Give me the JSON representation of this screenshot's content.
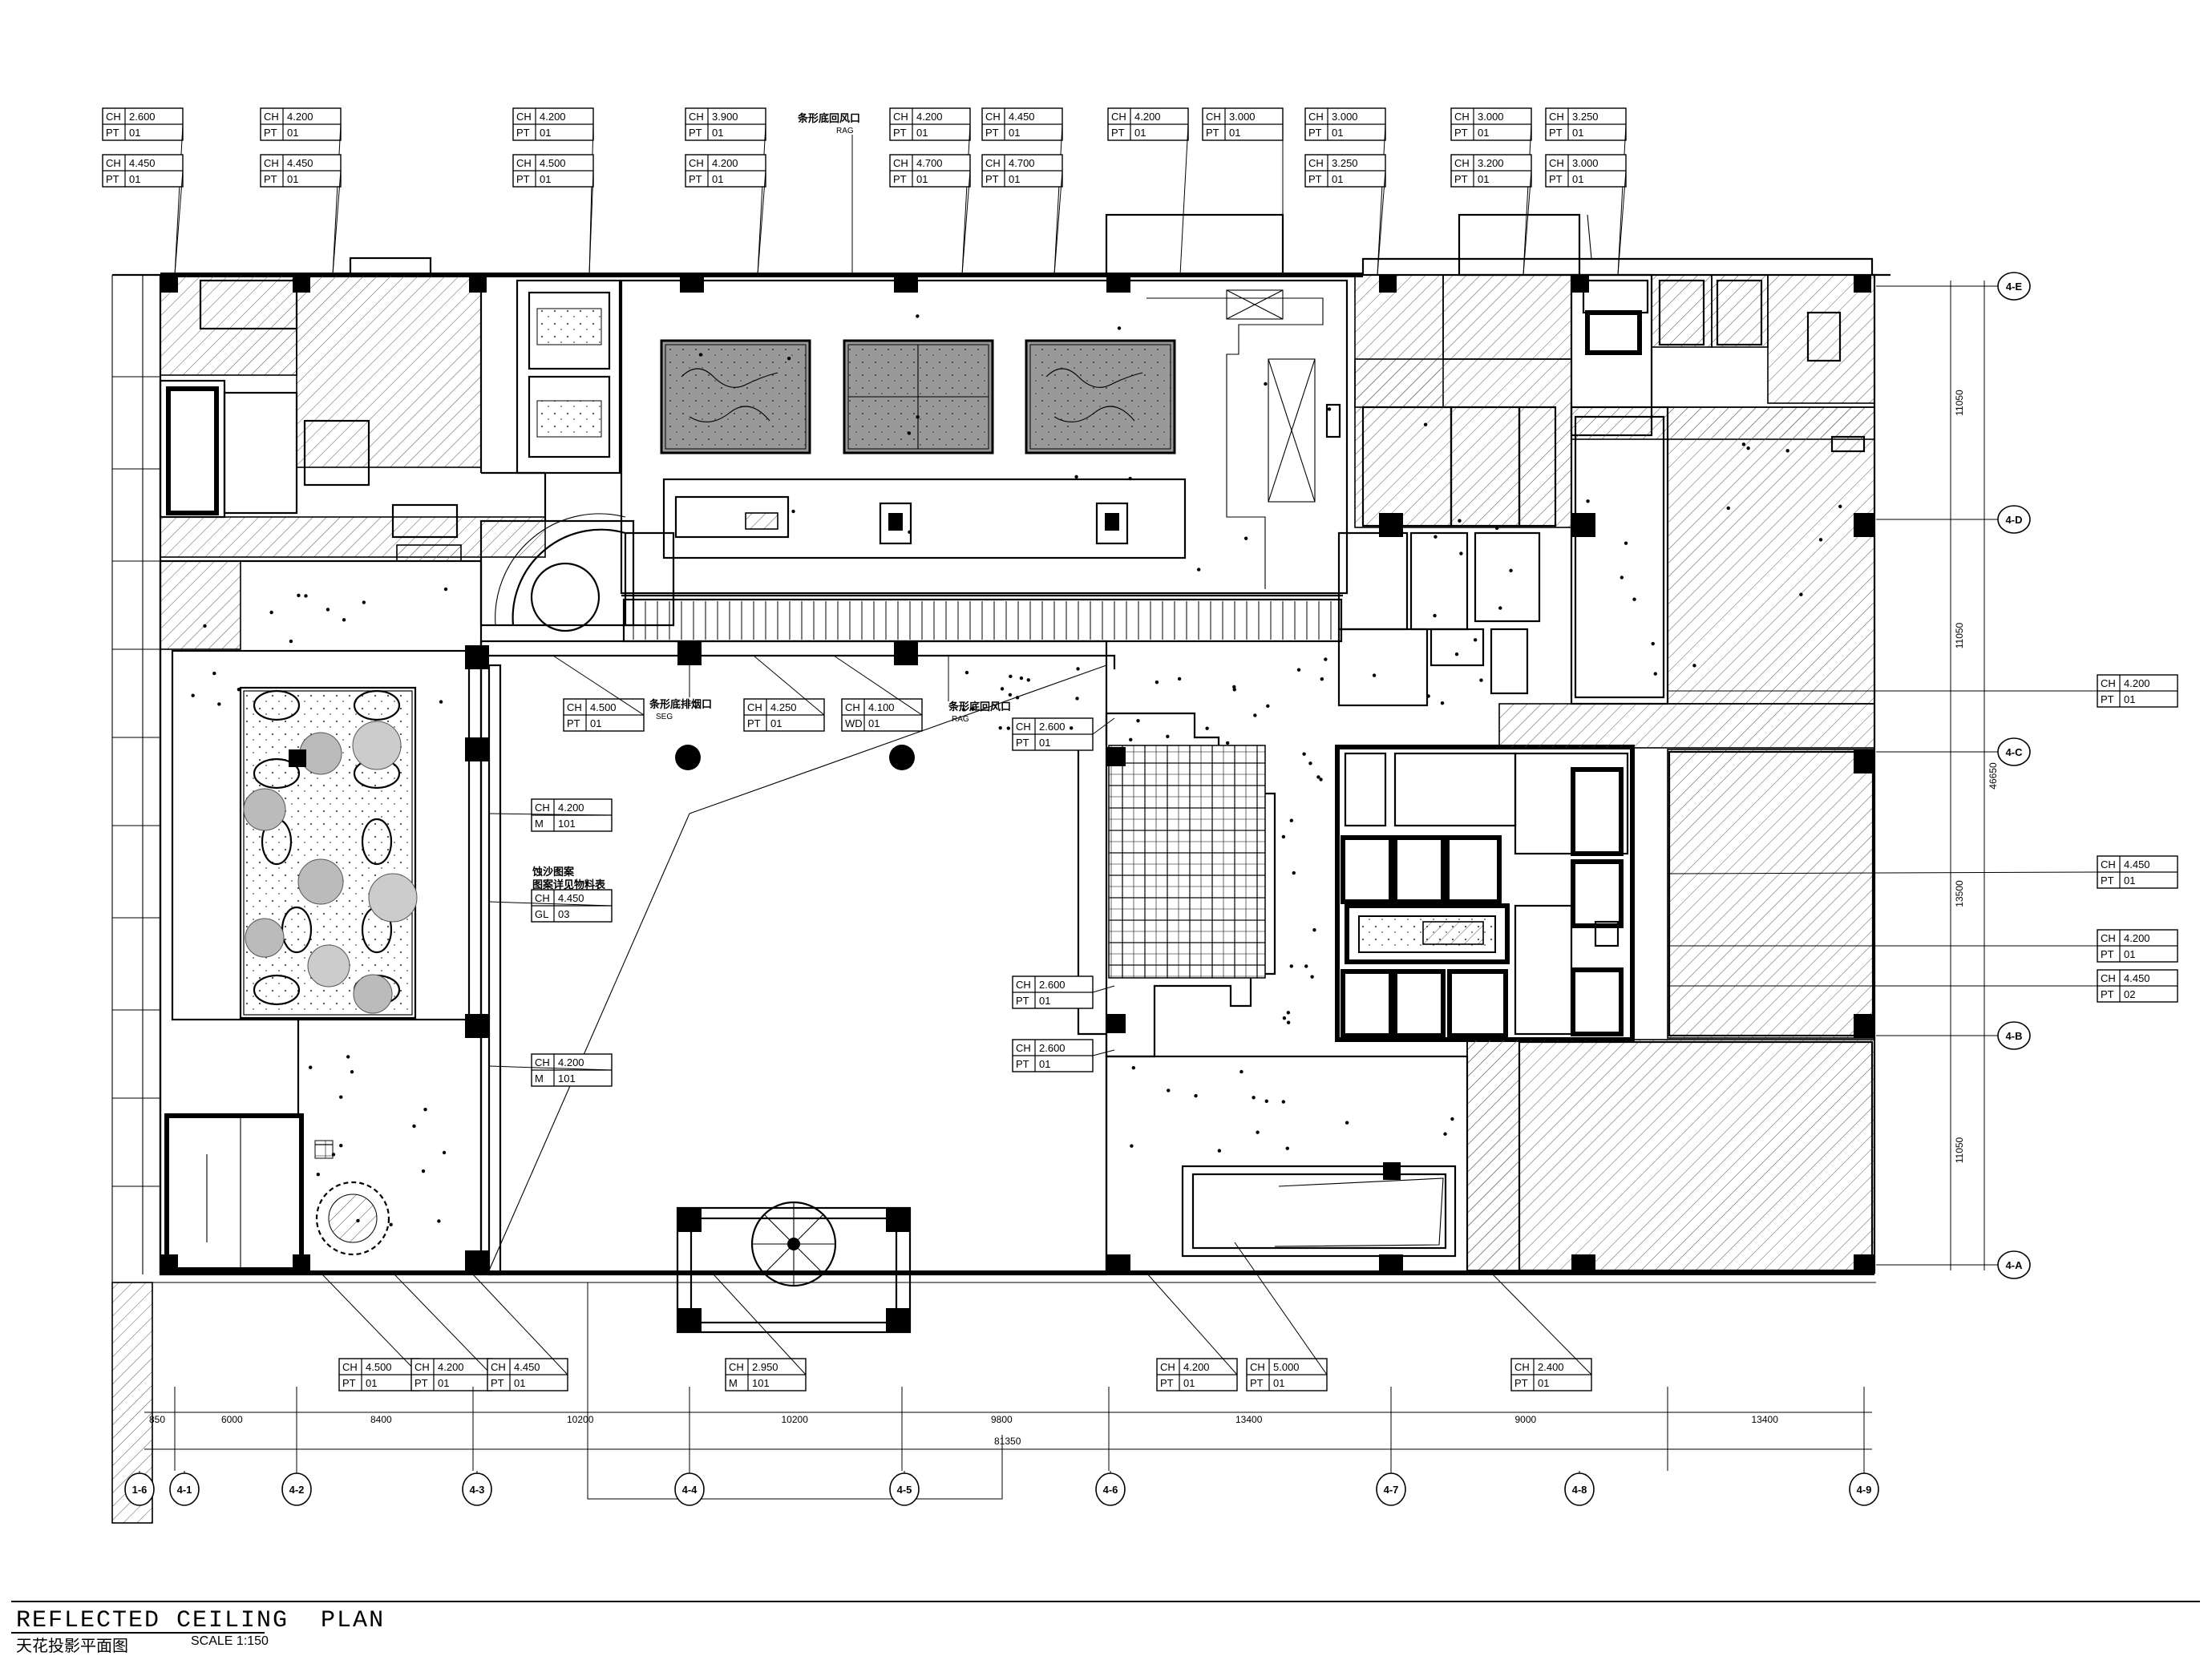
{
  "title": {
    "en": "REFLECTED CEILING  PLAN",
    "cn": "天花投影平面图",
    "scale": "SCALE 1:150"
  },
  "grid": {
    "columns": [
      "1-6",
      "4-1",
      "4-2",
      "4-3",
      "4-4",
      "4-5",
      "4-6",
      "4-7",
      "4-8",
      "4-9"
    ],
    "rows": [
      "4-E",
      "4-D",
      "4-C",
      "4-B",
      "4-A"
    ]
  },
  "dimensions": {
    "bottom": [
      "850",
      "6000",
      "8400",
      "10200",
      "10200",
      "9800",
      "13400",
      "9000",
      "13400"
    ],
    "bottom_total": "81350",
    "right": [
      "11050",
      "11050",
      "13500",
      "11050"
    ],
    "right_total": "46650"
  },
  "tags": [
    [
      "CH",
      "2.600",
      "PT",
      "01"
    ],
    [
      "CH",
      "4.450",
      "PT",
      "01"
    ],
    [
      "CH",
      "4.200",
      "PT",
      "01"
    ],
    [
      "CH",
      "4.450",
      "PT",
      "01"
    ],
    [
      "CH",
      "4.200",
      "PT",
      "01"
    ],
    [
      "CH",
      "4.500",
      "PT",
      "01"
    ],
    [
      "CH",
      "3.900",
      "PT",
      "01"
    ],
    [
      "CH",
      "4.200",
      "PT",
      "01"
    ],
    [
      "CH",
      "4.200",
      "PT",
      "01"
    ],
    [
      "CH",
      "4.700",
      "PT",
      "01"
    ],
    [
      "CH",
      "4.450",
      "PT",
      "01"
    ],
    [
      "CH",
      "4.700",
      "PT",
      "01"
    ],
    [
      "CH",
      "4.200",
      "PT",
      "01"
    ],
    [
      "CH",
      "3.000",
      "PT",
      "01"
    ],
    [
      "CH",
      "3.000",
      "PT",
      "01"
    ],
    [
      "CH",
      "3.250",
      "PT",
      "01"
    ],
    [
      "CH",
      "3.000",
      "PT",
      "01"
    ],
    [
      "CH",
      "3.200",
      "PT",
      "01"
    ],
    [
      "CH",
      "3.250",
      "PT",
      "01"
    ],
    [
      "CH",
      "3.000",
      "PT",
      "01"
    ],
    [
      "CH",
      "4.500",
      "PT",
      "01"
    ],
    [
      "CH",
      "4.250",
      "PT",
      "01"
    ],
    [
      "CH",
      "4.100",
      "WD",
      "01"
    ],
    [
      "CH",
      "2.600",
      "PT",
      "01"
    ],
    [
      "CH",
      "4.200",
      "M",
      "101"
    ],
    [
      "CH",
      "4.450",
      "GL",
      "03"
    ],
    [
      "CH",
      "4.200",
      "M",
      "101"
    ],
    [
      "CH",
      "2.600",
      "PT",
      "01"
    ],
    [
      "CH",
      "2.600",
      "PT",
      "01"
    ],
    [
      "CH",
      "4.200",
      "PT",
      "01"
    ],
    [
      "CH",
      "4.450",
      "PT",
      "01"
    ],
    [
      "CH",
      "4.200",
      "PT",
      "01"
    ],
    [
      "CH",
      "4.450",
      "PT",
      "02"
    ],
    [
      "CH",
      "4.500",
      "PT",
      "01"
    ],
    [
      "CH",
      "4.200",
      "PT",
      "01"
    ],
    [
      "CH",
      "4.450",
      "PT",
      "01"
    ],
    [
      "CH",
      "2.950",
      "M",
      "101"
    ],
    [
      "CH",
      "4.200",
      "PT",
      "01"
    ],
    [
      "CH",
      "5.000",
      "PT",
      "01"
    ],
    [
      "CH",
      "2.400",
      "PT",
      "01"
    ]
  ],
  "notes": {
    "rag_top": "条形底回风口",
    "rag_top_code": "RAG",
    "seg": "条形底排烟口",
    "seg_code": "SEG",
    "rag_mid": "条形底回风口",
    "rag_mid_code": "RAG",
    "etch_1": "蚀沙图案",
    "etch_2": "图案详见物料表"
  }
}
